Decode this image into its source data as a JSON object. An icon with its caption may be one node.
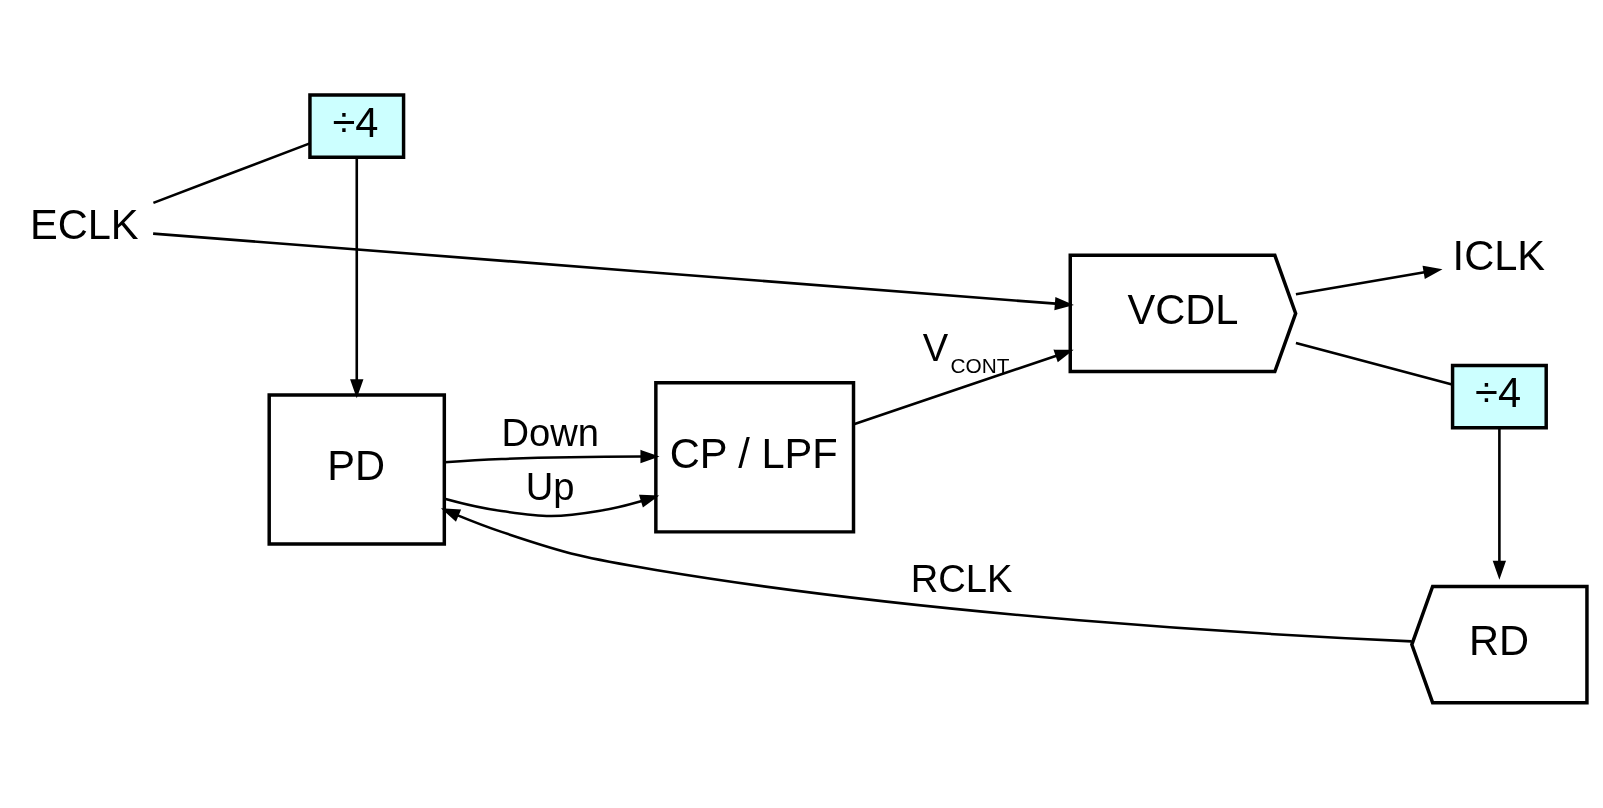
{
  "diagram": {
    "nodes": [
      {
        "text": [
          "ECLK"
        ]
      },
      {
        "text": [
          "÷4"
        ]
      },
      {
        "text": [
          "VCDL"
        ]
      },
      {
        "text": [
          "ICLK"
        ]
      },
      {
        "text": [
          "÷4"
        ]
      },
      {
        "text": [
          "PD"
        ]
      },
      {
        "text": [
          "CP / LPF"
        ]
      },
      {
        "text": [
          "RD"
        ]
      }
    ],
    "edges": [
      {
        "from": 0,
        "to": 2,
        "arrow": "to"
      },
      {
        "from": 0,
        "to": 1,
        "arrow": "none"
      },
      {
        "from": 2,
        "to": 3,
        "arrow": "to"
      },
      {
        "from": 2,
        "to": 4,
        "arrow": "none"
      },
      {
        "from": 1,
        "to": 5,
        "arrow": "to"
      },
      {
        "from": 5,
        "to": 6,
        "label": "Up",
        "arrow": "to"
      },
      {
        "from": 5,
        "to": 6,
        "label": "Down",
        "arrow": "to"
      },
      {
        "from": 6,
        "to": 2,
        "label": "V$_{CONT}$",
        "arrow": "to"
      },
      {
        "from": 4,
        "to": 7,
        "arrow": "to"
      },
      {
        "from": 7,
        "to": 5,
        "label": "RCLK",
        "arrow": "to"
      }
    ]
  }
}
